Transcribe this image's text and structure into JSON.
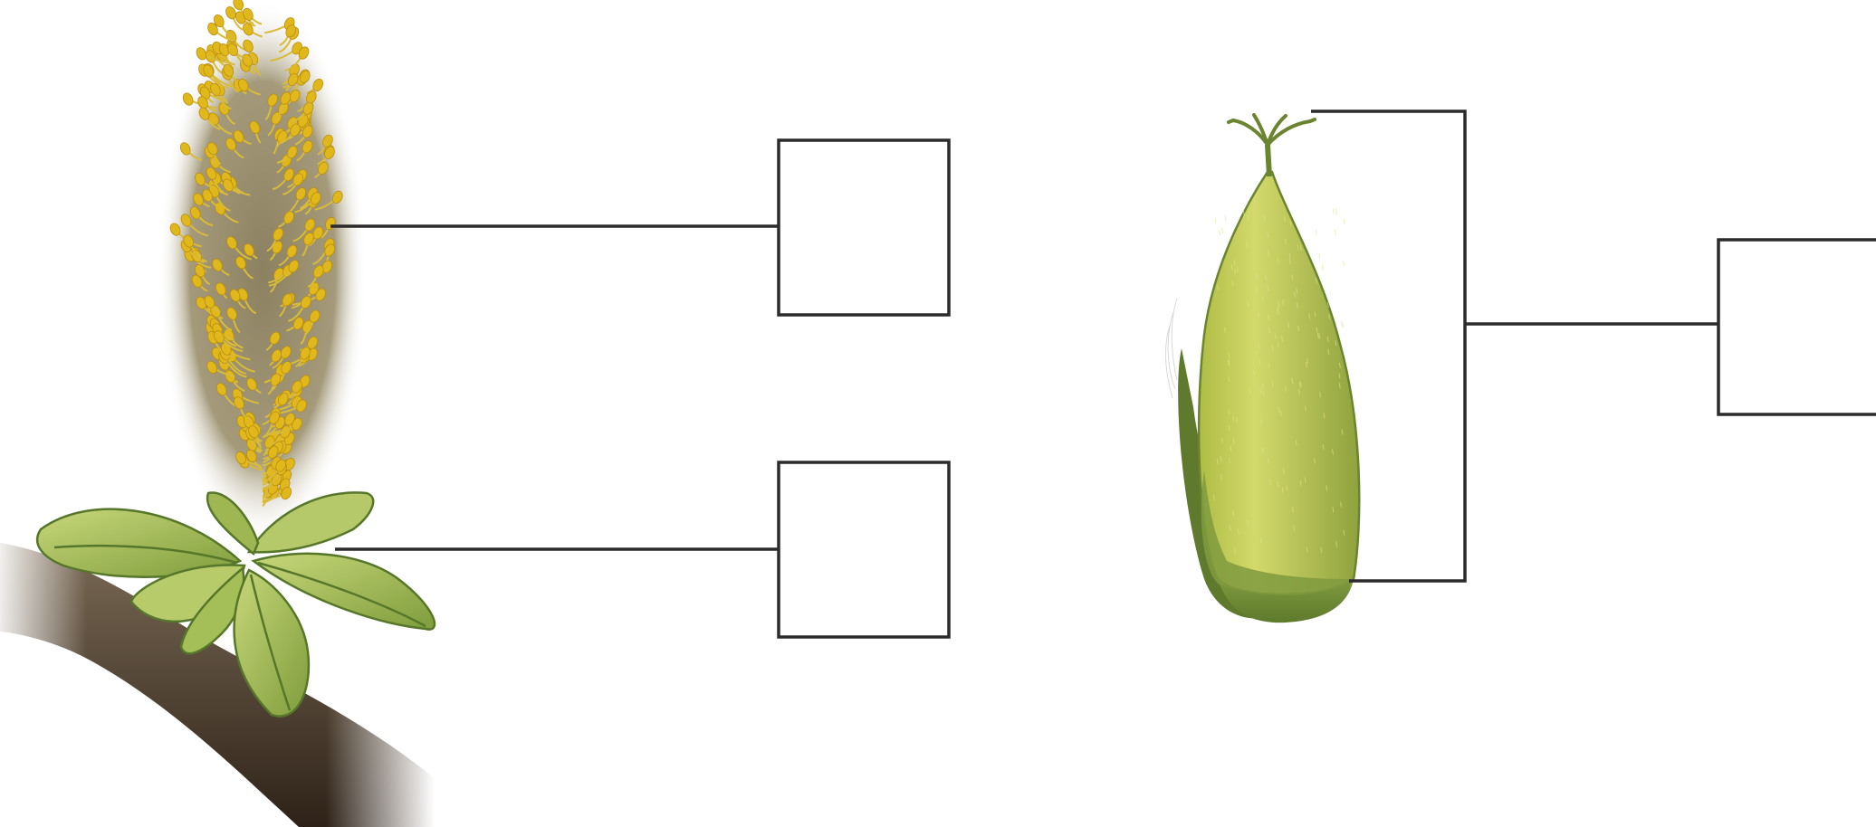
{
  "diagram": {
    "kind": "unlabeled botanical worksheet",
    "subjects": [
      "catkin-with-stamens",
      "pistil-with-stigma"
    ],
    "label_boxes": [
      {
        "id": "catkin-upper",
        "text": ""
      },
      {
        "id": "catkin-lower",
        "text": ""
      },
      {
        "id": "pistil-bracket",
        "text": ""
      }
    ]
  },
  "colors": {
    "line": "#2b2b2b",
    "leaf": "#a9c25a",
    "leaf_dark": "#56772a",
    "anther": "#e0b81c",
    "filament": "#d9bb3a",
    "catkin_core": "#8b8060",
    "ovary_light": "#cdd467",
    "ovary_dark": "#6f8b3a",
    "branch": "#4a3a2a"
  }
}
